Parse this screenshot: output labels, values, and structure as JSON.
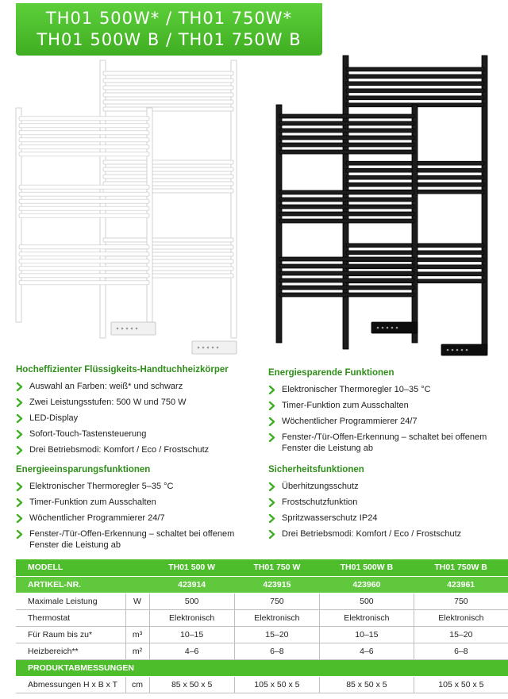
{
  "title": {
    "line1": "TH01 500W* / TH01 750W*",
    "line2": "TH01 500W B / TH01 750W B"
  },
  "colors": {
    "accent_green": "#4ebd2b",
    "heading_green": "#2f8f1a",
    "white_radiator": "#ffffff",
    "black_radiator": "#1a1a1a"
  },
  "sections": {
    "left_features": {
      "heading": "Hocheffizienter Flüssigkeits-Handtuchheizkörper",
      "items": [
        "Auswahl an Farben: weiß* und schwarz",
        "Zwei Leistungsstufen: 500 W und 750 W",
        "LED-Display",
        "Sofort-Touch-Tastensteuerung",
        "Drei Betriebsmodi: Komfort / Eco / Frostschutz"
      ]
    },
    "left_energy": {
      "heading": "Energieeinsparungsfunktionen",
      "items": [
        "Elektronischer Thermoregler 5–35 °C",
        "Timer-Funktion zum Ausschalten",
        "Wöchentlicher Programmierer 24/7",
        "Fenster-/Tür-Offen-Erkennung – schaltet bei offenem Fenster die Leistung ab"
      ]
    },
    "right_energy": {
      "heading": "Energiesparende Funktionen",
      "items": [
        "Elektronischer Thermoregler 10–35 °C",
        "Timer-Funktion zum Ausschalten",
        "Wöchentlicher Programmierer 24/7",
        "Fenster-/Tür-Offen-Erkennung – schaltet bei offenem Fenster die Leistung ab"
      ]
    },
    "right_safety": {
      "heading": "Sicherheitsfunktionen",
      "items": [
        "Überhitzungsschutz",
        "Frostschutzfunktion",
        "Spritzwasserschutz IP24",
        "Drei Betriebsmodi: Komfort / Eco / Frostschutz"
      ]
    }
  },
  "table": {
    "header": {
      "label": "MODELL",
      "models": [
        "TH01 500 W",
        "TH01 750 W",
        "TH01 500W B",
        "TH01 750W B"
      ]
    },
    "article": {
      "label": "ARTIKEL-NR.",
      "values": [
        "423914",
        "423915",
        "423960",
        "423961"
      ]
    },
    "rows": [
      {
        "label": "Maximale Leistung",
        "unit": "W",
        "values": [
          "500",
          "750",
          "500",
          "750"
        ]
      },
      {
        "label": "Thermostat",
        "unit": "",
        "values": [
          "Elektronisch",
          "Elektronisch",
          "Elektronisch",
          "Elektronisch"
        ]
      },
      {
        "label": "Für Raum bis zu*",
        "unit": "m³",
        "values": [
          "10–15",
          "15–20",
          "10–15",
          "15–20"
        ]
      },
      {
        "label": "Heizbereich**",
        "unit": "m²",
        "values": [
          "4–6",
          "6–8",
          "4–6",
          "6–8"
        ]
      }
    ],
    "dimensions_header": "PRODUKTABMESSUNGEN",
    "dimensions": {
      "label": "Abmessungen H x B x T",
      "unit": "cm",
      "values": [
        "85 x 50 x 5",
        "105 x 50 x 5",
        "85 x 50 x 5",
        "105 x 50 x 5"
      ]
    }
  }
}
